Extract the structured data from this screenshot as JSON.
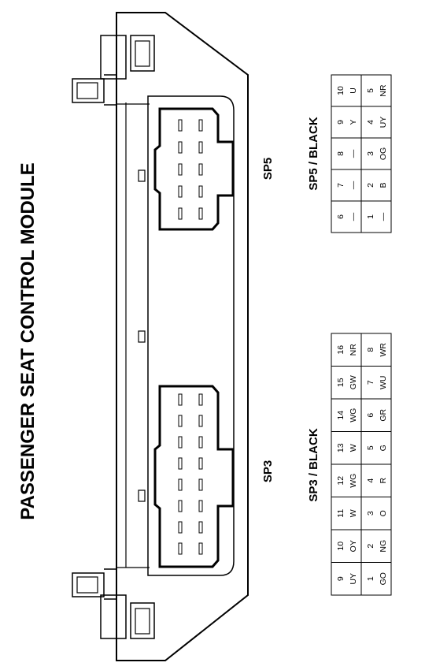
{
  "title": "PASSENGER SEAT CONTROL MODULE",
  "connectors": {
    "sp5": {
      "label": "SP5",
      "table_title": "SP5 / BLACK",
      "top_row": [
        {
          "pin": "6",
          "wire": "—"
        },
        {
          "pin": "7",
          "wire": "—"
        },
        {
          "pin": "8",
          "wire": "—"
        },
        {
          "pin": "9",
          "wire": "Y"
        },
        {
          "pin": "10",
          "wire": "U"
        }
      ],
      "bottom_row": [
        {
          "pin": "1",
          "wire": "—"
        },
        {
          "pin": "2",
          "wire": "B"
        },
        {
          "pin": "3",
          "wire": "OG"
        },
        {
          "pin": "4",
          "wire": "UY"
        },
        {
          "pin": "5",
          "wire": "NR"
        }
      ]
    },
    "sp3": {
      "label": "SP3",
      "table_title": "SP3 / BLACK",
      "top_row": [
        {
          "pin": "9",
          "wire": "UY"
        },
        {
          "pin": "10",
          "wire": "OY"
        },
        {
          "pin": "11",
          "wire": "W"
        },
        {
          "pin": "12",
          "wire": "WG"
        },
        {
          "pin": "13",
          "wire": "W"
        },
        {
          "pin": "14",
          "wire": "WG"
        },
        {
          "pin": "15",
          "wire": "GW"
        },
        {
          "pin": "16",
          "wire": "NR"
        }
      ],
      "bottom_row": [
        {
          "pin": "1",
          "wire": "GO"
        },
        {
          "pin": "2",
          "wire": "NG"
        },
        {
          "pin": "3",
          "wire": "O"
        },
        {
          "pin": "4",
          "wire": "R"
        },
        {
          "pin": "5",
          "wire": "G"
        },
        {
          "pin": "6",
          "wire": "GR"
        },
        {
          "pin": "7",
          "wire": "WU"
        },
        {
          "pin": "8",
          "wire": "WR"
        }
      ]
    }
  }
}
